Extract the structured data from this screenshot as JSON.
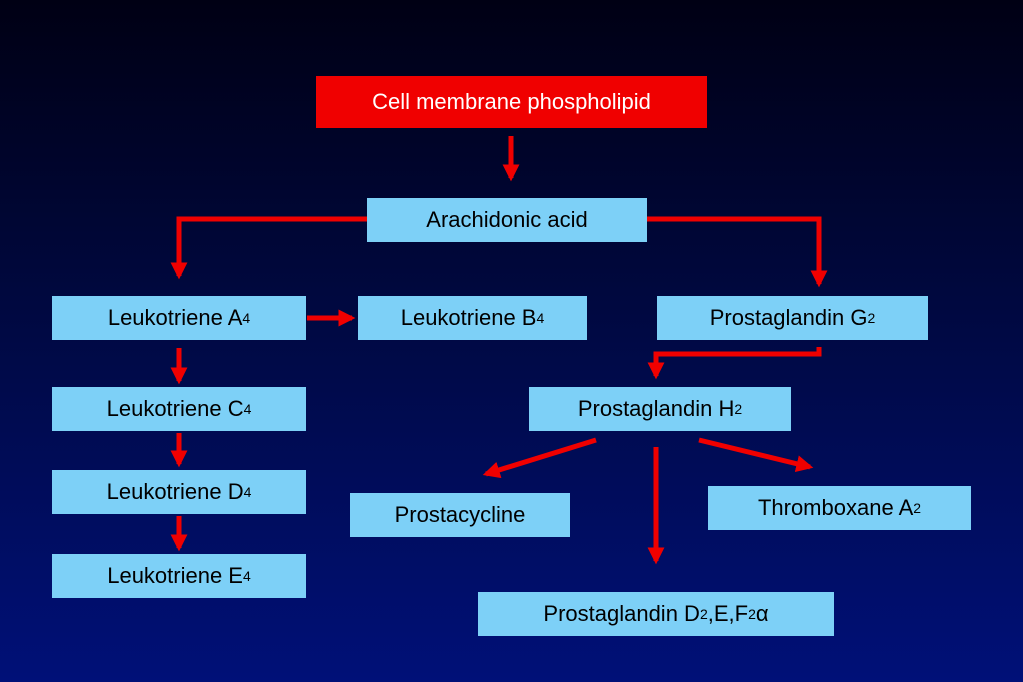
{
  "colors": {
    "background_top": "#000014",
    "background_bottom": "#001078",
    "box_fill": "#7dd0f7",
    "root_fill": "#f00000",
    "root_text": "#ffffff",
    "arrow": "#f00000"
  },
  "nodes": {
    "root": {
      "label": "Cell membrane phospholipid"
    },
    "arachidonic": {
      "label": "Arachidonic acid"
    },
    "lta4": {
      "label": "Leukotriene A",
      "sub": "4"
    },
    "ltb4": {
      "label": "Leukotriene B",
      "sub": "4"
    },
    "ltc4": {
      "label": "Leukotriene C",
      "sub": "4"
    },
    "ltd4": {
      "label": "Leukotriene D",
      "sub": "4"
    },
    "lte4": {
      "label": "Leukotriene E",
      "sub": "4"
    },
    "pgg2": {
      "label": "Prostaglandin G",
      "sub": "2"
    },
    "pgh2": {
      "label": "Prostaglandin H",
      "sub": "2"
    },
    "prostacyclin": {
      "label": "Prostacycline"
    },
    "txa2": {
      "label": "Thromboxane A",
      "sub": "2"
    },
    "pgd": {
      "label": "Prostaglandin D",
      "sub": "2",
      "mid": ",E,F",
      "sub2": "2",
      "tail": "α"
    }
  },
  "edges": [
    {
      "from": "Cell membrane phospholipid",
      "to": "Arachidonic acid"
    },
    {
      "from": "Arachidonic acid",
      "to": "Leukotriene A4"
    },
    {
      "from": "Arachidonic acid",
      "to": "Prostaglandin G2"
    },
    {
      "from": "Leukotriene A4",
      "to": "Leukotriene B4"
    },
    {
      "from": "Leukotriene A4",
      "to": "Leukotriene C4"
    },
    {
      "from": "Leukotriene C4",
      "to": "Leukotriene D4"
    },
    {
      "from": "Leukotriene D4",
      "to": "Leukotriene E4"
    },
    {
      "from": "Prostaglandin G2",
      "to": "Prostaglandin H2"
    },
    {
      "from": "Prostaglandin H2",
      "to": "Prostacycline"
    },
    {
      "from": "Prostaglandin H2",
      "to": "Thromboxane A2"
    },
    {
      "from": "Prostaglandin H2",
      "to": "Prostaglandin D2,E,F2α"
    }
  ]
}
